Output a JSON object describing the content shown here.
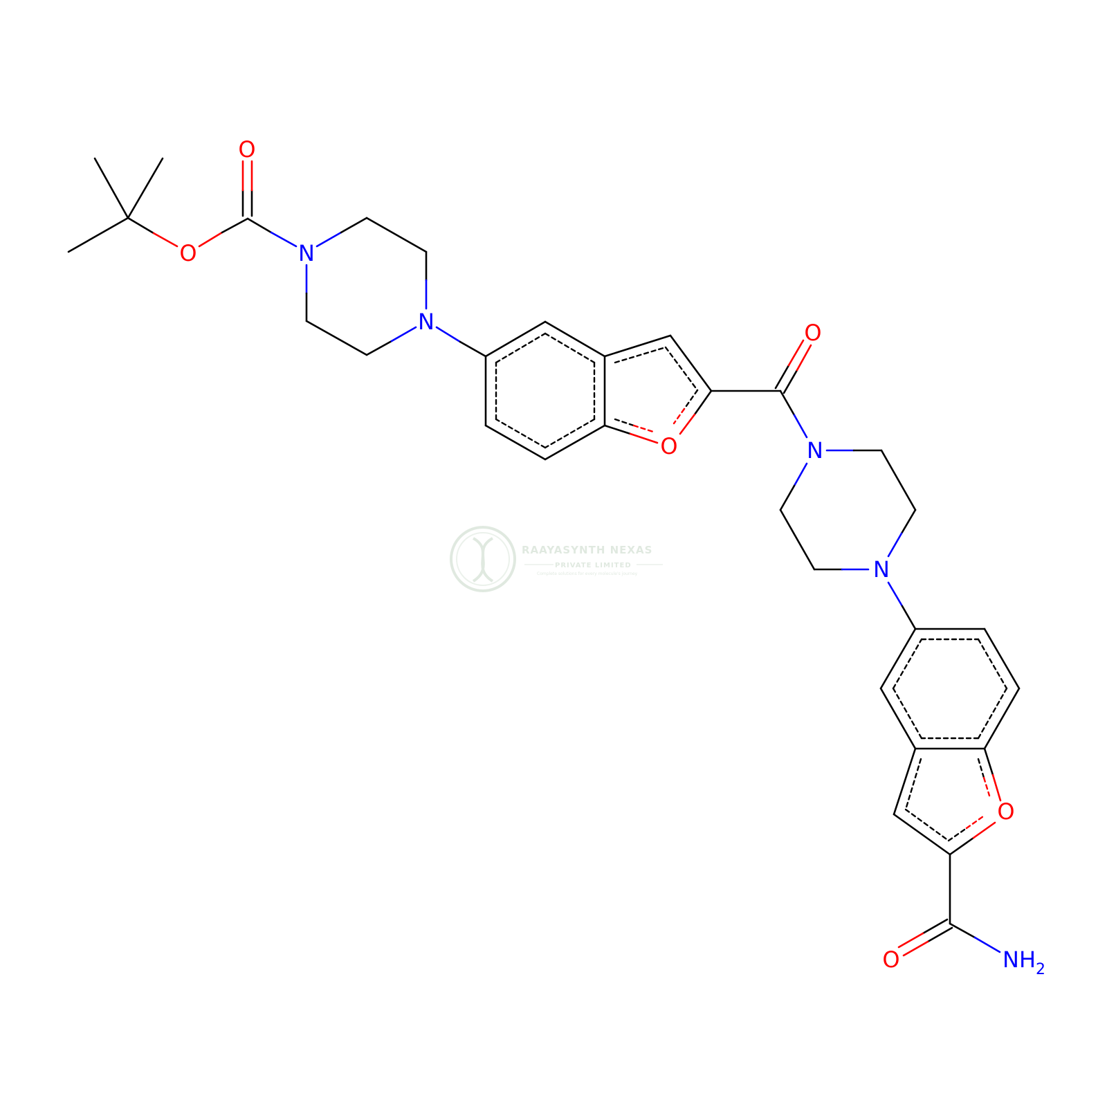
{
  "structure": {
    "atom_labels": {
      "carbonyl_oxygen_boc": "O",
      "ester_oxygen_boc": "O",
      "piperazine1_n_boc": "N",
      "piperazine1_n_aryl": "N",
      "furan_oxygen_1": "O",
      "amide_carbonyl_oxygen": "O",
      "piperazine2_n_acyl": "N",
      "piperazine2_n_aryl": "N",
      "furan_oxygen_2": "O",
      "carboxamide_oxygen": "O",
      "carboxamide_nitrogen": "NH",
      "carboxamide_subscript": "2"
    }
  },
  "watermark": {
    "title": "RAAYASYNTH NEXAS",
    "subtitle": "PRIVATE LIMITED",
    "tagline": "Complete solutions for every molecule's journey"
  },
  "colors": {
    "carbon_bond": "#000000",
    "nitrogen": "#0000ff",
    "oxygen": "#ff0000",
    "watermark": "#c8d8c8"
  }
}
